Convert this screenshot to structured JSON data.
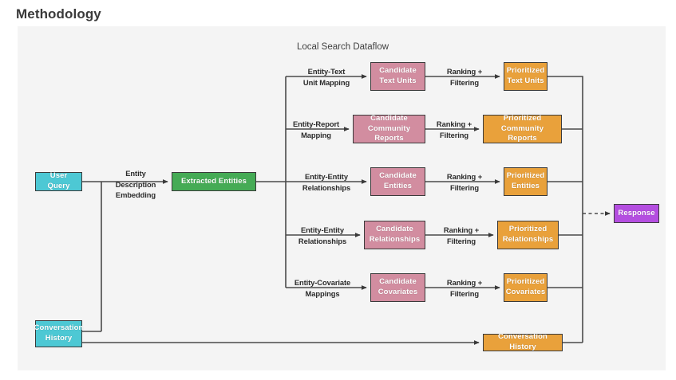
{
  "page": {
    "title": "Methodology"
  },
  "diagram": {
    "title": "Local Search Dataflow",
    "colors": {
      "input_cyan": "#4dc8d4",
      "entity_green": "#45ab55",
      "candidate_pink": "#d28da0",
      "prioritized_orange": "#e9a13b",
      "response_purple": "#b44ee0",
      "canvas_background": "#f4f4f4",
      "edge_stroke": "#4a4a4a"
    },
    "inputs": [
      {
        "id": "user-query",
        "label": "User Query"
      },
      {
        "id": "conversation-history",
        "label": "Conversation\nHistory"
      }
    ],
    "entity_node": {
      "id": "extracted-entities",
      "label": "Extracted Entities"
    },
    "entity_edge_label": "Entity\nDescription\nEmbedding",
    "rows": [
      {
        "mapping_label": "Entity-Text\nUnit Mapping",
        "candidate": "Candidate\nText Units",
        "ranking_label": "Ranking +\nFiltering",
        "prioritized": "Prioritized\nText Units"
      },
      {
        "mapping_label": "Entity-Report\nMapping",
        "candidate": "Candidate\nCommunity Reports",
        "ranking_label": "Ranking +\nFiltering",
        "prioritized": "Prioritized\nCommunity Reports"
      },
      {
        "mapping_label": "Entity-Entity\nRelationships",
        "candidate": "Candidate\nEntities",
        "ranking_label": "Ranking +\nFiltering",
        "prioritized": "Prioritized\nEntities"
      },
      {
        "mapping_label": "Entity-Entity\nRelationships",
        "candidate": "Candidate\nRelationships",
        "ranking_label": "Ranking +\nFiltering",
        "prioritized": "Prioritized\nRelationships"
      },
      {
        "mapping_label": "Entity-Covariate\nMappings",
        "candidate": "Candidate\nCovariates",
        "ranking_label": "Ranking +\nFiltering",
        "prioritized": "Prioritized\nCovariates"
      }
    ],
    "history_passthrough": {
      "id": "conversation-history-out",
      "label": "Conversation History"
    },
    "output_node": {
      "id": "response",
      "label": "Response"
    }
  }
}
